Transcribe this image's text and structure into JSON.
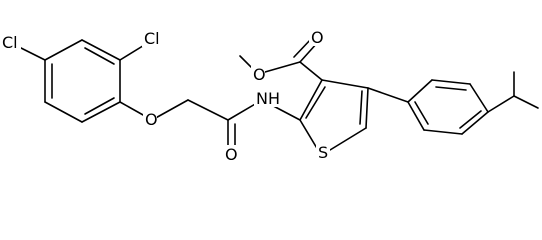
{
  "molecule": {
    "atom_labels": {
      "cl1": "Cl",
      "cl2": "Cl",
      "o_ether": "O",
      "o_amide": "O",
      "nh": "NH",
      "s": "S",
      "o_ester_carbonyl": "O",
      "o_ester_single": "O"
    },
    "colors": {
      "bond": "#000000",
      "background": "#ffffff"
    }
  }
}
